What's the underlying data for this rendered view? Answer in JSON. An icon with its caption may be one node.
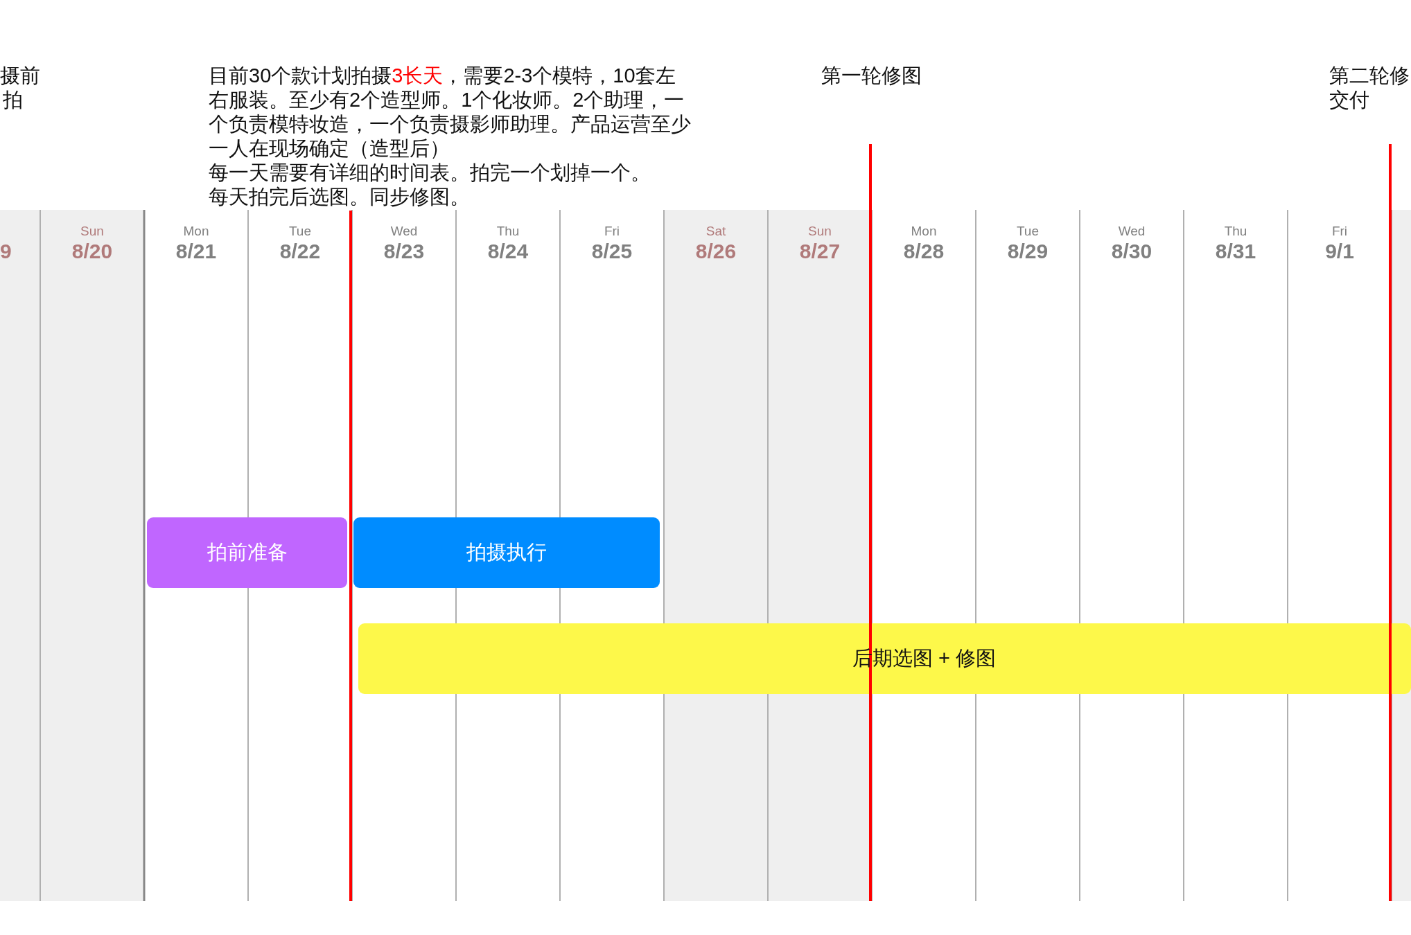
{
  "diagram": {
    "nodes": [
      {
        "text": [
          "拍前准备"
        ]
      },
      {
        "text": [
          "拍摄执行"
        ]
      },
      {
        "text": [
          "后期选图 + 修图"
        ]
      }
    ],
    "labels": [
      "摄前",
      "拍",
      "目前30个款计划拍摄",
      "3长天",
      "，需要2-3个模特，10套左右服装。至少有2个造型师。1个化妆师。2个助理，一个负责模特妆造，一个负责摄影师助理。产品运营至少一人在现场确定（造型后）",
      "每一天需要有详细的时间表。拍完一个划掉一个。",
      "每天拍完后选图。同步修图。",
      "第一轮修图",
      "第二轮修",
      "交付",
      "9",
      "Sun",
      "8/20",
      "Mon",
      "8/21",
      "Tue",
      "8/22",
      "Wed",
      "8/23",
      "Thu",
      "8/24",
      "Fri",
      "8/25",
      "Sat",
      "8/26",
      "Sun",
      "8/27",
      "Mon",
      "8/28",
      "Tue",
      "8/29",
      "Wed",
      "8/30",
      "Thu",
      "8/31",
      "Fri",
      "9/1"
    ]
  }
}
